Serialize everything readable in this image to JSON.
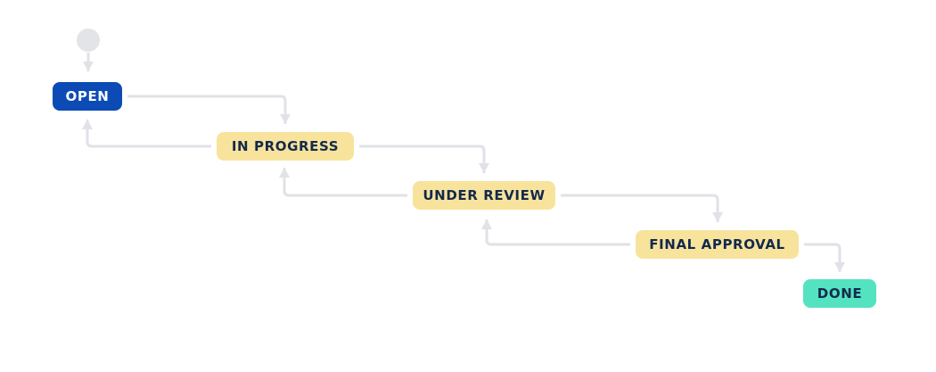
{
  "colors": {
    "background": "#FFFFFF",
    "connector": "#E0E2E7",
    "start_node": "#E2E4E8",
    "open_blue": "#0C4BB6",
    "status_yellow": "#F8E39C",
    "done_mint": "#54E3C0",
    "text_navy": "#13294D",
    "text_white": "#FFFFFF"
  },
  "diagram": {
    "start_node": {
      "id": "start",
      "shape": "circle"
    },
    "statuses": [
      {
        "id": "open",
        "label": "OPEN",
        "color": "#0C4BB6",
        "text_color": "#FFFFFF"
      },
      {
        "id": "in-progress",
        "label": "IN PROGRESS",
        "color": "#F8E39C",
        "text_color": "#13294D"
      },
      {
        "id": "under-review",
        "label": "UNDER REVIEW",
        "color": "#F8E39C",
        "text_color": "#13294D"
      },
      {
        "id": "final-approval",
        "label": "FINAL APPROVAL",
        "color": "#F8E39C",
        "text_color": "#13294D"
      },
      {
        "id": "done",
        "label": "DONE",
        "color": "#54E3C0",
        "text_color": "#13294D"
      }
    ],
    "transitions": [
      {
        "from": "start",
        "to": "open"
      },
      {
        "from": "open",
        "to": "in-progress"
      },
      {
        "from": "in-progress",
        "to": "open"
      },
      {
        "from": "in-progress",
        "to": "under-review"
      },
      {
        "from": "under-review",
        "to": "in-progress"
      },
      {
        "from": "under-review",
        "to": "final-approval"
      },
      {
        "from": "final-approval",
        "to": "under-review"
      },
      {
        "from": "final-approval",
        "to": "done"
      }
    ]
  }
}
